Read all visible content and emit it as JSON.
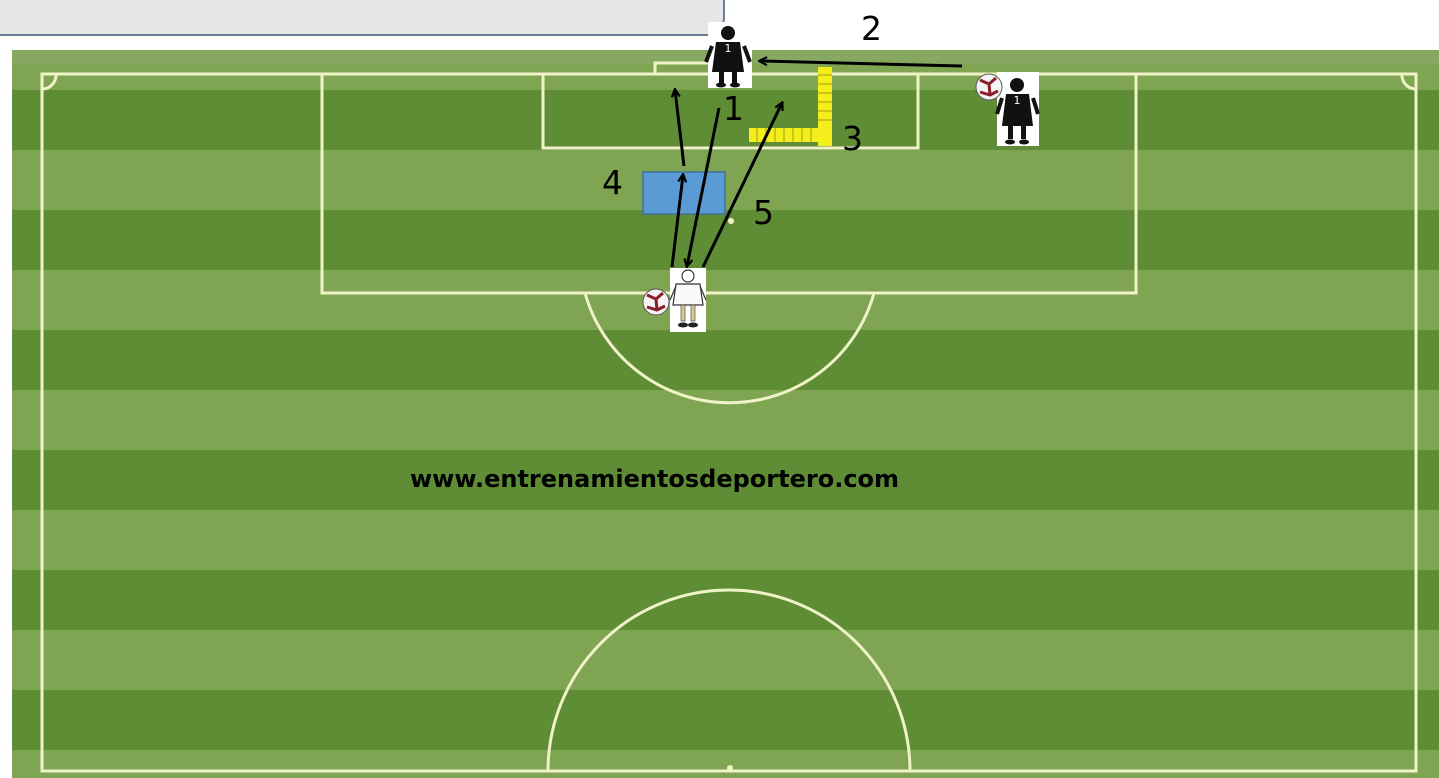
{
  "watermark": "www.entrenamientosdeportero.com",
  "steps": [
    "1",
    "2",
    "3",
    "4",
    "5"
  ],
  "colors": {
    "grass_light": "#7fa552",
    "grass_dark": "#5f8d36",
    "lines": "#f0f3c8",
    "hurdle": "#f4ee1c",
    "mat": "#5b9bd5",
    "arrow": "#000000",
    "title_box_bg": "#e6e6e6",
    "title_box_border": "#6b7e94"
  },
  "icons": {
    "goalkeeper": "goalkeeper-icon",
    "player": "player-icon",
    "ball": "ball-icon"
  }
}
